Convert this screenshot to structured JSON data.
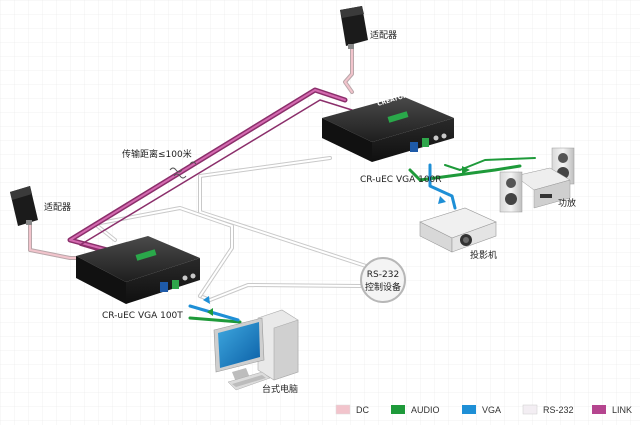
{
  "labels": {
    "adapter_top": "适配器",
    "adapter_left": "适配器",
    "distance": "传输距离≤100米",
    "receiver_model": "CR-uEC VGA 100R",
    "transmitter_model": "CR-uEC VGA 100T",
    "amplifier": "功放",
    "projector": "投影机",
    "desktop": "台式电脑",
    "rs232_device_line1": "RS-232",
    "rs232_device_line2": "控制设备",
    "brand": "CREATOR"
  },
  "legend": [
    {
      "label": "DC",
      "color": "#f2c4cc"
    },
    {
      "label": "AUDIO",
      "color": "#1e9a3a"
    },
    {
      "label": "VGA",
      "color": "#1e8fd6"
    },
    {
      "label": "RS-232",
      "color": "#f3eef3"
    },
    {
      "label": "LINK",
      "color": "#b5458f"
    }
  ],
  "colors": {
    "dc": "#e7b7c1",
    "audio": "#1e9a3a",
    "vga": "#1e8fd6",
    "rs232": "#cfcfcf",
    "link": "#b5458f",
    "grid": "#ececec"
  }
}
